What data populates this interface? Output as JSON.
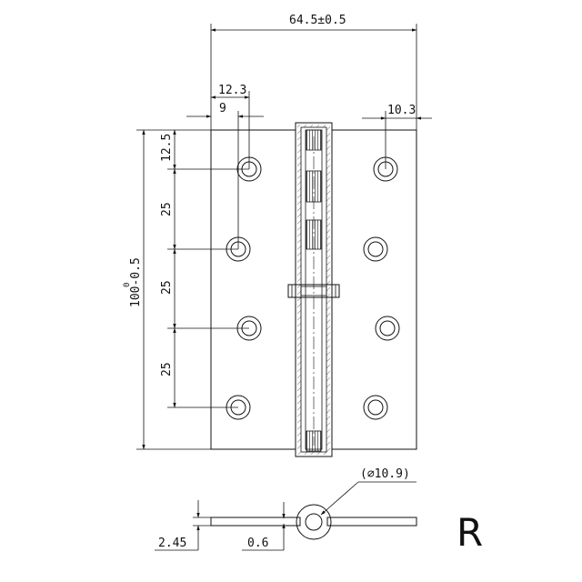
{
  "drawing": {
    "dimensions": {
      "overall_width": "64.5±0.5",
      "hole_offset_left": "12.3",
      "hole_inset": "9",
      "hole_offset_right": "10.3",
      "top_spacing": "12.5",
      "spacing_1": "25",
      "spacing_2": "25",
      "spacing_3": "25",
      "height_upper_tolerance": "0",
      "height_lower": "100-0.5",
      "diameter": "(⌀10.9)",
      "leaf_thickness": "2.45",
      "gap": "0.6"
    },
    "hand_label": "R"
  }
}
